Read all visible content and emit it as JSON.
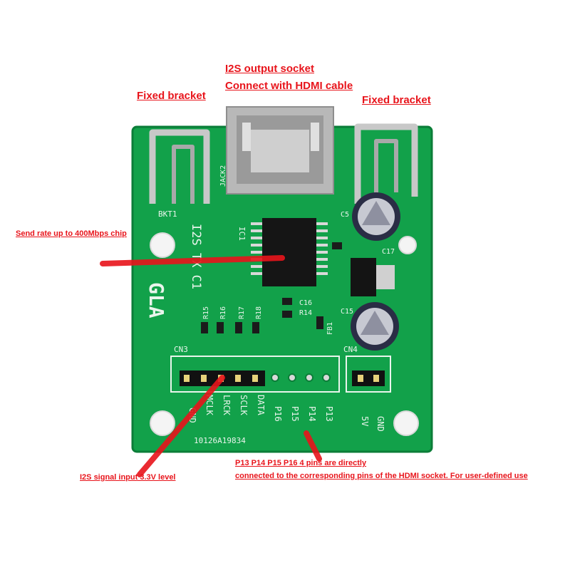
{
  "callouts": {
    "i2s_output_socket": "I2S output socket",
    "connect_hdmi": "Connect with HDMI cable",
    "fixed_bracket_left": "Fixed bracket",
    "fixed_bracket_right": "Fixed bracket",
    "send_rate": "Send rate up to 400Mbps chip",
    "i2s_signal_input": "I2S signal input 3.3V level",
    "pins_note_line1": "P13 P14 P15 P16 4 pins are directly",
    "pins_note_line2": "connected to the corresponding pins of the HDMI socket. For user-defined use"
  },
  "silkscreen": {
    "board_name": "I2S TX C1",
    "brand": "GLA",
    "bracket": "BKT1",
    "jack": "JACK2",
    "ic": "IC1",
    "cn3": "CN3",
    "cn4": "CN4",
    "serial": "10126A19834",
    "resistors": [
      "R15",
      "R16",
      "R17",
      "R18"
    ],
    "r14": "R14",
    "c16": "C16",
    "c15": "C15",
    "c17": "C17",
    "c5": "C5",
    "fb1": "FB1",
    "pin_labels": [
      "GND",
      "MCLK",
      "LRCK",
      "SCLK",
      "DATA",
      "P16",
      "P15",
      "P14",
      "P13"
    ],
    "power_labels": [
      "5V",
      "GND"
    ]
  },
  "colors": {
    "pcb": "#12a14a",
    "pcb_dark": "#0b7d38",
    "callout": "#e8141b"
  }
}
